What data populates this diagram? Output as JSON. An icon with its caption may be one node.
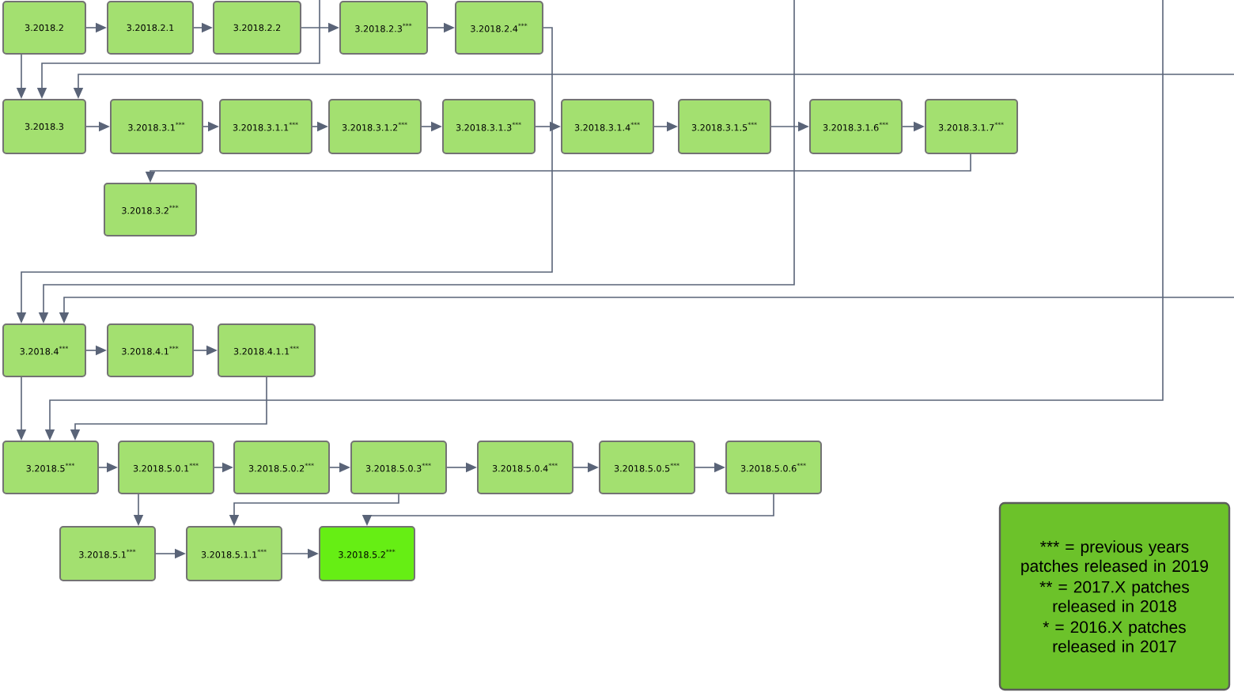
{
  "diagram": {
    "nodes": [
      {
        "text": [
          "3.2018.2"
        ]
      },
      {
        "text": [
          "3.2018.2.1"
        ]
      },
      {
        "text": [
          "3.2018.2.2"
        ]
      },
      {
        "text": [
          "3.2018.2.3$^{***}$"
        ]
      },
      {
        "text": [
          "3.2018.2.4$^{***}$"
        ]
      },
      {
        "text": [
          "3.2018.3"
        ]
      },
      {
        "text": [
          "3.2018.3.1$^{***}$"
        ]
      },
      {
        "text": [
          "3.2018.3.1.1$^{***}$"
        ]
      },
      {
        "text": [
          "3.2018.3.1.2$^{***}$"
        ]
      },
      {
        "text": [
          "3.2018.3.1.3$^{***}$"
        ]
      },
      {
        "text": [
          "3.2018.3.1.4$^{***}$"
        ]
      },
      {
        "text": [
          "3.2018.3.1.5$^{***}$"
        ]
      },
      {
        "text": [
          "3.2018.3.1.6$^{***}$"
        ]
      },
      {
        "text": [
          "3.2018.3.1.7$^{***}$"
        ]
      },
      {
        "text": [
          "3.2018.3.2$^{***}$"
        ]
      },
      {
        "text": [
          "3.2018.4$^{***}$"
        ]
      },
      {
        "text": [
          "3.2018.4.1$^{***}$"
        ]
      },
      {
        "text": [
          "3.2018.4.1.1$^{***}$"
        ]
      },
      {
        "text": [
          "3.2018.5$^{***}$"
        ]
      },
      {
        "text": [
          "3.2018.5.0.1$^{***}$"
        ]
      },
      {
        "text": [
          "3.2018.5.0.2$^{***}$"
        ]
      },
      {
        "text": [
          "3.2018.5.0.3$^{***}$"
        ]
      },
      {
        "text": [
          "3.2018.5.0.4$^{***}$"
        ]
      },
      {
        "text": [
          "3.2018.5.0.5$^{***}$"
        ]
      },
      {
        "text": [
          "3.2018.5.0.6$^{***}$"
        ]
      },
      {
        "text": [
          "3.2018.5.1$^{***}$"
        ]
      },
      {
        "text": [
          "3.2018.5.1.1$^{***}$"
        ]
      },
      {
        "text": [
          "3.2018.5.2$^{***}$"
        ]
      },
      {
        "text": [
          "*** = previous years patches released in 2019",
          "** = 2017.X patches released in 2018",
          "* = 2016.X patches released in 2017"
        ]
      }
    ],
    "edges": [
      {
        "from": 0,
        "to": 1,
        "arrow": "to"
      },
      {
        "from": 1,
        "to": 2,
        "arrow": "to"
      },
      {
        "from": 2,
        "to": 3,
        "arrow": "to"
      },
      {
        "from": 3,
        "to": 4,
        "arrow": "to"
      },
      {
        "from": 0,
        "to": 5,
        "arrow": "to"
      },
      {
        "from": null,
        "to": 5,
        "arrow": "to"
      },
      {
        "from": null,
        "to": 5,
        "arrow": "to"
      },
      {
        "from": 4,
        "to": 15,
        "arrow": "to"
      },
      {
        "from": 5,
        "to": 6,
        "arrow": "to"
      },
      {
        "from": 6,
        "to": 7,
        "arrow": "to"
      },
      {
        "from": 7,
        "to": 8,
        "arrow": "to"
      },
      {
        "from": 8,
        "to": 9,
        "arrow": "to"
      },
      {
        "from": 9,
        "to": 10,
        "arrow": "to"
      },
      {
        "from": 10,
        "to": 11,
        "arrow": "to"
      },
      {
        "from": 11,
        "to": 12,
        "arrow": "to"
      },
      {
        "from": 12,
        "to": 13,
        "arrow": "to"
      },
      {
        "from": 13,
        "to": 14,
        "arrow": "to"
      },
      {
        "from": null,
        "to": 15,
        "arrow": "to"
      },
      {
        "from": null,
        "to": 15,
        "arrow": "to"
      },
      {
        "from": 15,
        "to": 16,
        "arrow": "to"
      },
      {
        "from": 16,
        "to": 17,
        "arrow": "to"
      },
      {
        "from": 15,
        "to": 18,
        "arrow": "to"
      },
      {
        "from": null,
        "to": 18,
        "arrow": "to"
      },
      {
        "from": 17,
        "to": 18,
        "arrow": "to"
      },
      {
        "from": 18,
        "to": 19,
        "arrow": "to"
      },
      {
        "from": 19,
        "to": 20,
        "arrow": "to"
      },
      {
        "from": 20,
        "to": 21,
        "arrow": "to"
      },
      {
        "from": 21,
        "to": 22,
        "arrow": "to"
      },
      {
        "from": 22,
        "to": 23,
        "arrow": "to"
      },
      {
        "from": 23,
        "to": 24,
        "arrow": "to"
      },
      {
        "from": 19,
        "to": 25,
        "arrow": "to"
      },
      {
        "from": 21,
        "to": 26,
        "arrow": "to"
      },
      {
        "from": 24,
        "to": 27,
        "arrow": "to"
      },
      {
        "from": 25,
        "to": 26,
        "arrow": "to"
      },
      {
        "from": 26,
        "to": 27,
        "arrow": "to"
      }
    ]
  }
}
